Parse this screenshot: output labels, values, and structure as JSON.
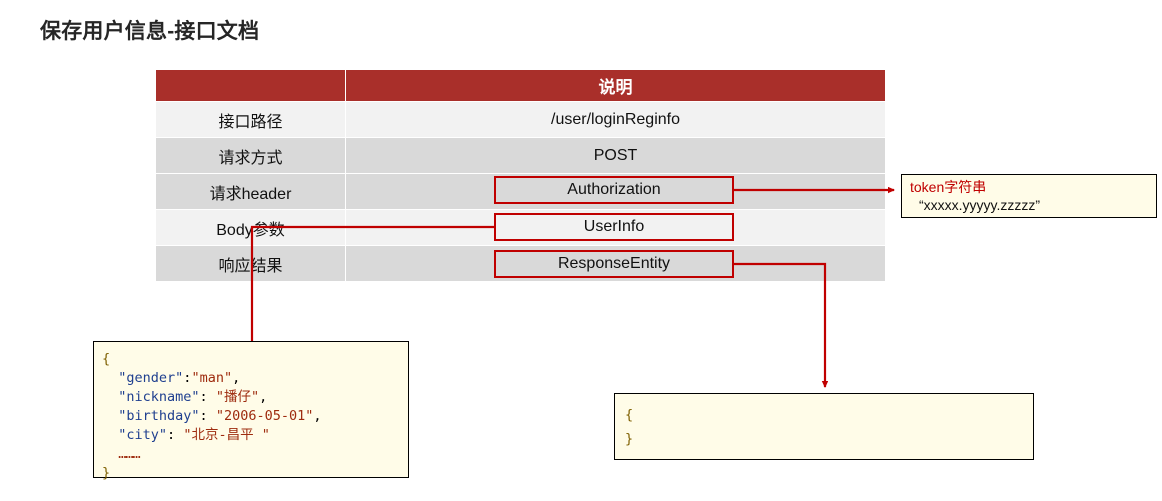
{
  "page": {
    "title": "保存用户信息-接口文档"
  },
  "table": {
    "header": {
      "col1": "",
      "col2": "说明"
    },
    "rows": [
      {
        "label": "接口路径",
        "value": "/user/loginReginfo",
        "highlighted": false
      },
      {
        "label": "请求方式",
        "value": "POST",
        "highlighted": false
      },
      {
        "label": "请求header",
        "value": "Authorization",
        "highlighted": true
      },
      {
        "label": "Body参数",
        "value": "UserInfo",
        "highlighted": true
      },
      {
        "label": "响应结果",
        "value": "ResponseEntity",
        "highlighted": true
      }
    ]
  },
  "callouts": {
    "token": {
      "title": "token字符串",
      "value": "“xxxxx.yyyyy.zzzzz”"
    },
    "request_body": {
      "open_brace": "{",
      "lines": [
        {
          "key": "\"gender\"",
          "sep": ":",
          "value": "\"man\"",
          "comma": ","
        },
        {
          "key": "\"nickname\"",
          "sep": ": ",
          "value": "\"播仔\"",
          "comma": ","
        },
        {
          "key": "\"birthday\"",
          "sep": ": ",
          "value": "\"2006-05-01\"",
          "comma": ","
        },
        {
          "key": "\"city\"",
          "sep": ": ",
          "value": "\"北京-昌平 \"",
          "comma": ""
        }
      ],
      "ellipsis": "………",
      "close_brace": "}"
    },
    "response_body": {
      "open_brace": "{",
      "close_brace": "}"
    }
  },
  "colors": {
    "header_red": "#a92f2a",
    "accent_red": "#c00000",
    "band_light": "#f2f2f2",
    "band_dark": "#d9d9d9",
    "note_bg": "#fffce8",
    "title_text": "#262626"
  }
}
